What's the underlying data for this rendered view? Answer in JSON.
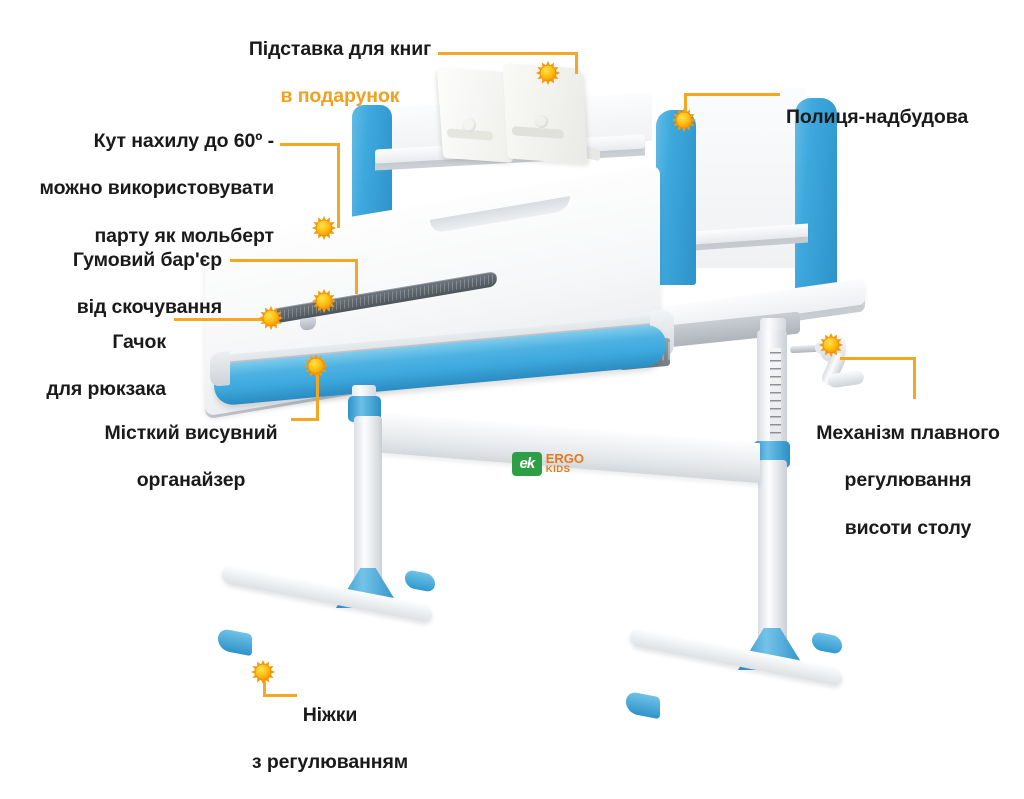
{
  "page": {
    "title": "Ergokids — дитяча парта з регулюванням",
    "background_color": "#ffffff",
    "accent_color": "#F5A623",
    "text_color": "#1a1a1a",
    "product_blue": "#3EA9DE",
    "logo_green": "#2E9F45",
    "logo_orange": "#E8761A"
  },
  "brand": {
    "badge_text": "ek",
    "name_line1": "ERGO",
    "name_line2": "KIDS"
  },
  "callouts": [
    {
      "id": "book-stand",
      "line1": "Підставка для книг",
      "line2": "в подарунок",
      "line2_accent": true,
      "align": "center"
    },
    {
      "id": "tilt-angle",
      "line1": "Кут нахилу до 60º -",
      "line2": "можно використовувати",
      "line3": "парту як мольберт",
      "align": "right"
    },
    {
      "id": "shelf-addon",
      "line1": "Полиця-надбудова",
      "align": "left"
    },
    {
      "id": "rubber-barrier",
      "line1": "Гумовий бар'єр",
      "line2": "від скочування",
      "align": "right"
    },
    {
      "id": "backpack-hook",
      "line1": "Гачок",
      "line2": "для рюкзака",
      "align": "right"
    },
    {
      "id": "organizer",
      "line1": "Місткий висувний",
      "line2": "органайзер",
      "align": "right"
    },
    {
      "id": "height-mechanism",
      "line1": "Механізм плавного",
      "line2": "регулювання",
      "line3": "висоти столу",
      "align": "center"
    },
    {
      "id": "adjustable-feet",
      "line1": "Ніжки",
      "line2": "з регулюванням",
      "align": "center"
    }
  ],
  "markers": [
    {
      "id": "marker-book-stand",
      "icon": "sun-marker"
    },
    {
      "id": "marker-tilt-angle",
      "icon": "sun-marker"
    },
    {
      "id": "marker-shelf-addon",
      "icon": "sun-marker"
    },
    {
      "id": "marker-rubber-barrier",
      "icon": "sun-marker"
    },
    {
      "id": "marker-backpack-hook",
      "icon": "sun-marker"
    },
    {
      "id": "marker-organizer",
      "icon": "sun-marker"
    },
    {
      "id": "marker-height-mech",
      "icon": "sun-marker"
    },
    {
      "id": "marker-feet",
      "icon": "sun-marker"
    }
  ]
}
